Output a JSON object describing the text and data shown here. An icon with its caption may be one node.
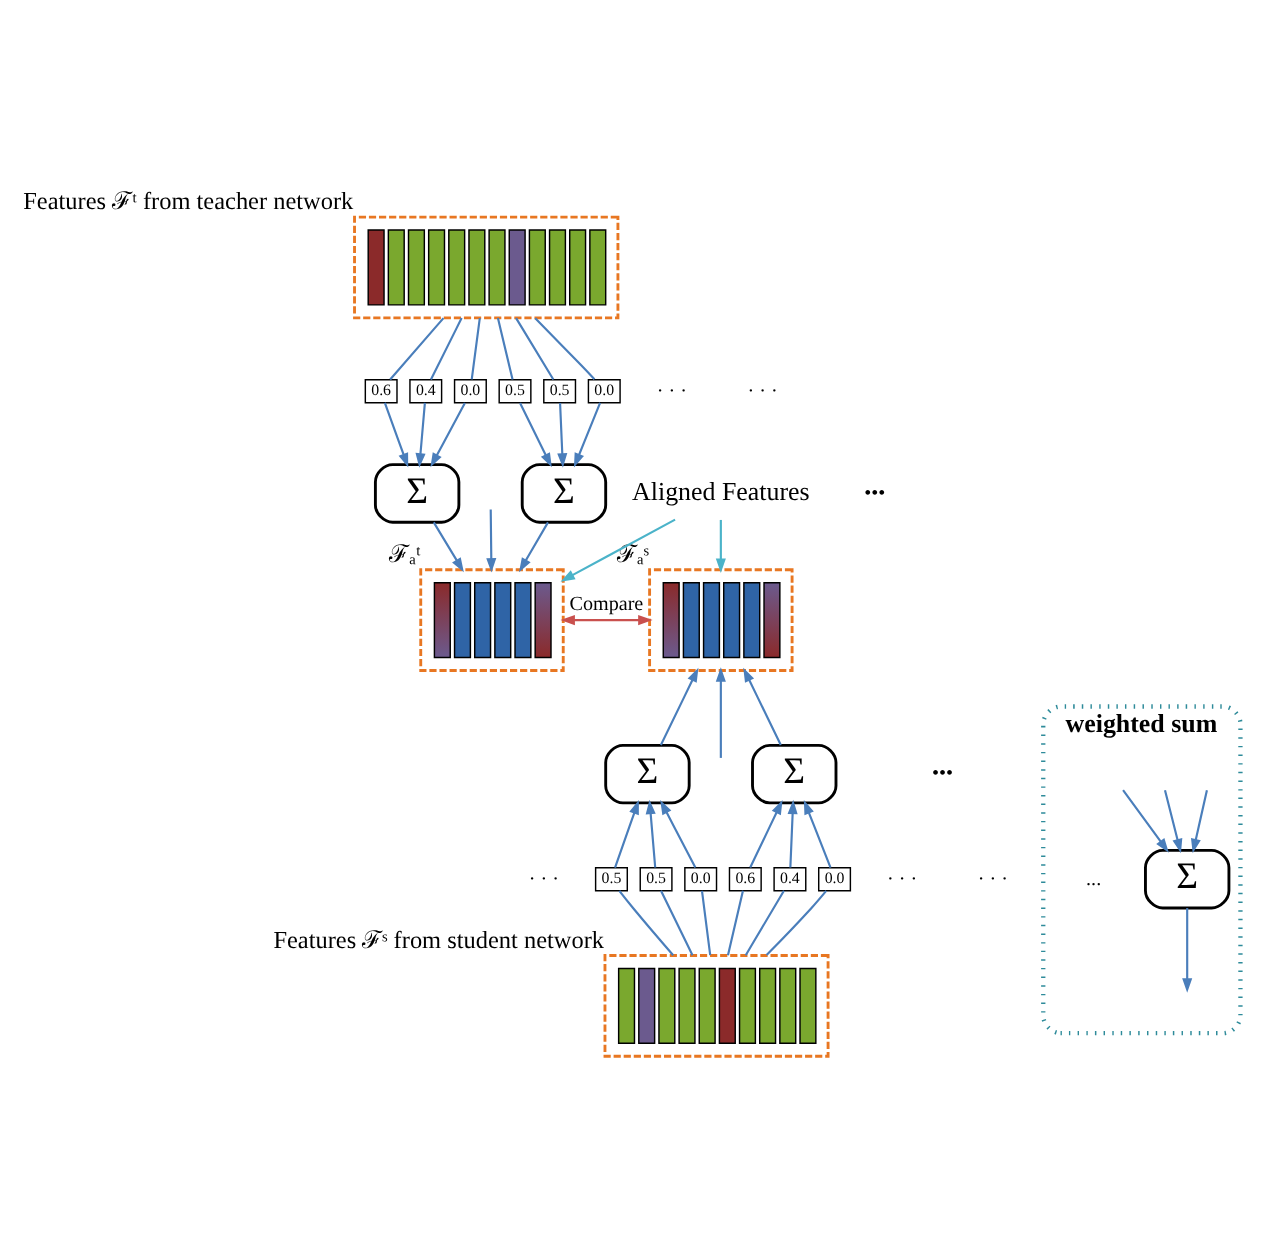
{
  "diagram": {
    "nodes": [
      {
        "text": [],
        "shape": "box",
        "beside": [
          "Features ℱᵗ from teacher network"
        ]
      },
      {
        "text": [
          "0.5"
        ]
      },
      {
        "text": [
          "0.4"
        ]
      },
      {
        "text": [
          "0.5"
        ]
      },
      {
        "text": [
          "0.6"
        ]
      },
      {
        "text": [
          "0.0"
        ]
      },
      {
        "text": [
          "0.0"
        ]
      },
      {
        "text": [
          "Σ"
        ]
      },
      {
        "text": [
          "Σ"
        ]
      },
      {
        "text": [],
        "shape": "box",
        "beside": [
          "ℱₐᵗ"
        ]
      },
      {
        "text": [
          "Aligned Features"
        ]
      },
      {
        "text": [],
        "shape": "box",
        "beside": [
          "ℱₐˢ"
        ]
      },
      {
        "text": [
          "Σ"
        ]
      },
      {
        "text": [
          "Σ"
        ]
      },
      {
        "text": [
          "0.5"
        ]
      },
      {
        "text": [
          "0.6"
        ]
      },
      {
        "text": [
          "0.5"
        ]
      },
      {
        "text": [
          "0.4"
        ]
      },
      {
        "text": [
          "0.0"
        ]
      },
      {
        "text": [
          "0.0"
        ]
      },
      {
        "text": [],
        "shape": "box",
        "beside": [
          "Features ℱˢ from student network"
        ]
      },
      {
        "text": [
          "weighted sum"
        ]
      },
      {
        "text": [
          "Σ"
        ],
        "in": 21
      }
    ],
    "edges": [
      {
        "from": 0,
        "to": 1,
        "arrow": "none"
      },
      {
        "from": 0,
        "to": 2,
        "arrow": "none"
      },
      {
        "from": 0,
        "to": 3,
        "arrow": "none"
      },
      {
        "from": 0,
        "to": 4,
        "arrow": "none"
      },
      {
        "from": 0,
        "to": 5,
        "arrow": "none"
      },
      {
        "from": 0,
        "to": 6,
        "arrow": "none"
      },
      {
        "from": 1,
        "to": 7,
        "arrow": "to"
      },
      {
        "from": 2,
        "to": 8,
        "arrow": "to"
      },
      {
        "from": 3,
        "to": 7,
        "arrow": "to"
      },
      {
        "from": 4,
        "to": 8,
        "arrow": "to"
      },
      {
        "from": 5,
        "to": 7,
        "arrow": "to"
      },
      {
        "from": 6,
        "to": 8,
        "arrow": "to"
      },
      {
        "from": 7,
        "to": 9,
        "arrow": "to"
      },
      {
        "from": null,
        "to": 9,
        "arrow": "to"
      },
      {
        "from": 8,
        "to": 9,
        "arrow": "to"
      },
      {
        "from": 10,
        "to": 9,
        "arrow": "to",
        "color": "#4bb3c9"
      },
      {
        "from": 10,
        "to": 11,
        "arrow": "to",
        "color": "#4bb3c9"
      },
      {
        "from": 9,
        "to": 11,
        "arrow": "both",
        "label": "Compare",
        "color": "#c9504e"
      },
      {
        "from": 12,
        "to": 11,
        "arrow": "to"
      },
      {
        "from": null,
        "to": 11,
        "arrow": "to"
      },
      {
        "from": 13,
        "to": 11,
        "arrow": "to"
      },
      {
        "from": 14,
        "to": 12,
        "arrow": "to"
      },
      {
        "from": 15,
        "to": 13,
        "arrow": "to"
      },
      {
        "from": 16,
        "to": 12,
        "arrow": "to"
      },
      {
        "from": 17,
        "to": 13,
        "arrow": "to"
      },
      {
        "from": 18,
        "to": 12,
        "arrow": "to"
      },
      {
        "from": 19,
        "to": 13,
        "arrow": "to"
      },
      {
        "from": 20,
        "to": 14,
        "arrow": "none"
      },
      {
        "from": 20,
        "to": 15,
        "arrow": "none"
      },
      {
        "from": 20,
        "to": 16,
        "arrow": "none"
      },
      {
        "from": 20,
        "to": 17,
        "arrow": "none"
      },
      {
        "from": 20,
        "to": 18,
        "arrow": "none"
      },
      {
        "from": 20,
        "to": 19,
        "arrow": "none"
      },
      {
        "from": 22,
        "to": null,
        "arrow": "to"
      },
      {
        "from": null,
        "to": 22,
        "arrow": "to"
      },
      {
        "from": null,
        "to": 22,
        "arrow": "to"
      },
      {
        "from": null,
        "to": 22,
        "arrow": "to"
      }
    ],
    "labels": [
      "· · ·",
      "· · ·",
      "•••",
      "•••",
      "· · ·",
      "· · ·",
      "· · ·",
      "..."
    ]
  }
}
